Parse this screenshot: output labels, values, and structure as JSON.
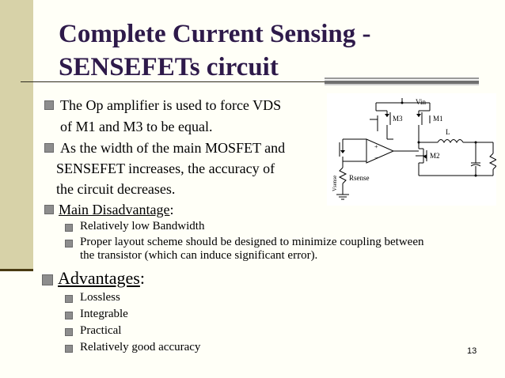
{
  "title": {
    "line1": "Complete Current Sensing -",
    "line2": "SENSEFETs circuit"
  },
  "bullets": {
    "b1_line1": "The Op amplifier is used to force VDS",
    "b1_line2": "of M1 and M3 to be equal.",
    "b2_line1": "As the width of the main MOSFET and",
    "b2_line2": "SENSEFET increases, the accuracy of",
    "b2_line3": "the circuit decreases.",
    "b3_label": "Main Disadvantage",
    "b3_colon": ":",
    "b3_sub1": "Relatively low Bandwidth",
    "b3_sub2_line1": "Proper layout scheme should be designed to minimize coupling between",
    "b3_sub2_line2": "the transistor (which can induce significant error).",
    "b4_label": "Advantages",
    "b4_colon": ":",
    "b4_sub1": "Lossless",
    "b4_sub2": "Integrable",
    "b4_sub3": "Practical",
    "b4_sub4": "Relatively good accuracy"
  },
  "circuit": {
    "vin": "Vin",
    "m3": "M3",
    "m1": "M1",
    "inductor": "L",
    "m2": "M2",
    "rsense": "Rsense",
    "vsense": "Vsense",
    "plus": "+",
    "minus": "−"
  },
  "slide_number": "13"
}
